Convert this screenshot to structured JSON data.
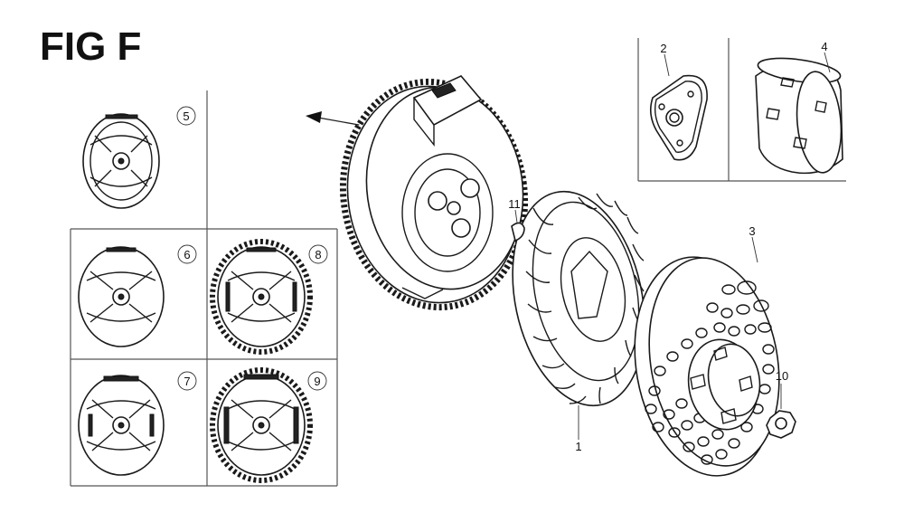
{
  "figure": {
    "title": "FIG F"
  },
  "callouts": {
    "c1": "1",
    "c2": "2",
    "c3": "3",
    "c4": "4",
    "c5": "5",
    "c6": "6",
    "c7": "7",
    "c8": "8",
    "c9": "9",
    "c10": "10",
    "c11": "11"
  }
}
